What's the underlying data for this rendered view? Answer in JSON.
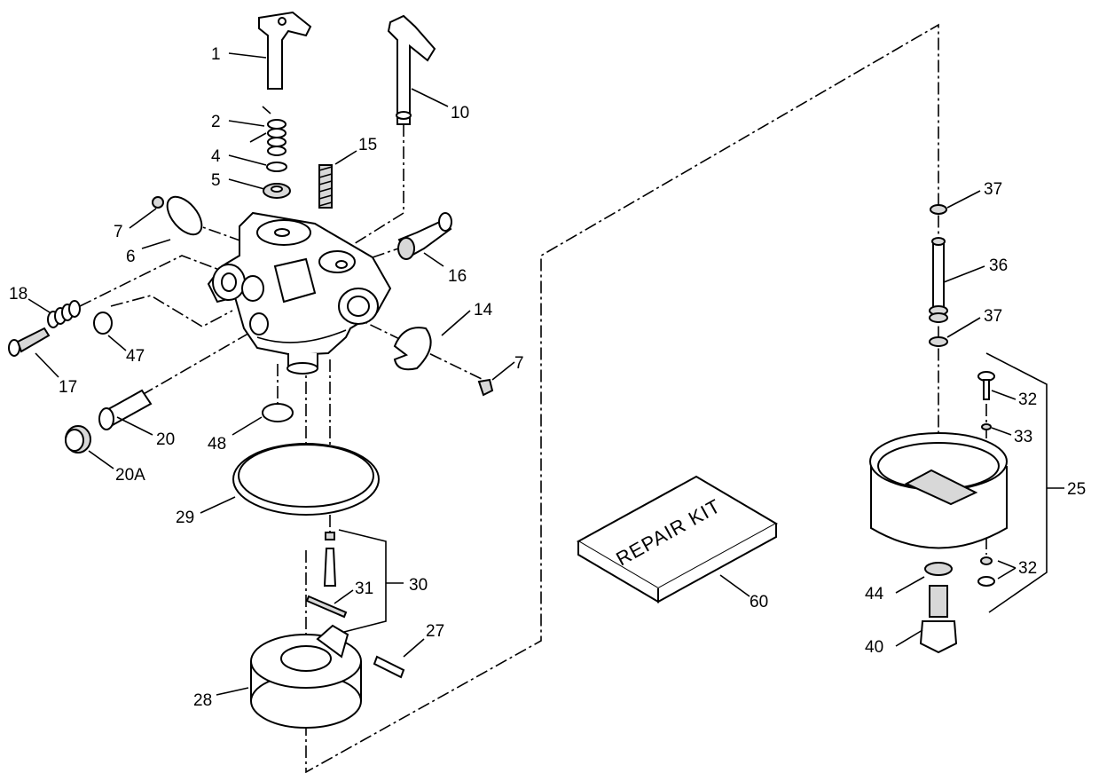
{
  "labels": {
    "l1": "1",
    "l2": "2",
    "l4": "4",
    "l5": "5",
    "l6": "6",
    "l7a": "7",
    "l7b": "7",
    "l10": "10",
    "l14": "14",
    "l15": "15",
    "l16": "16",
    "l17": "17",
    "l18": "18",
    "l20": "20",
    "l20a": "20A",
    "l25": "25",
    "l27": "27",
    "l28": "28",
    "l29": "29",
    "l30": "30",
    "l31": "31",
    "l32a": "32",
    "l32b": "32",
    "l33": "33",
    "l36": "36",
    "l37a": "37",
    "l37b": "37",
    "l40": "40",
    "l44": "44",
    "l47": "47",
    "l48": "48",
    "l60": "60"
  },
  "repair_kit_text": "REPAIR KIT"
}
